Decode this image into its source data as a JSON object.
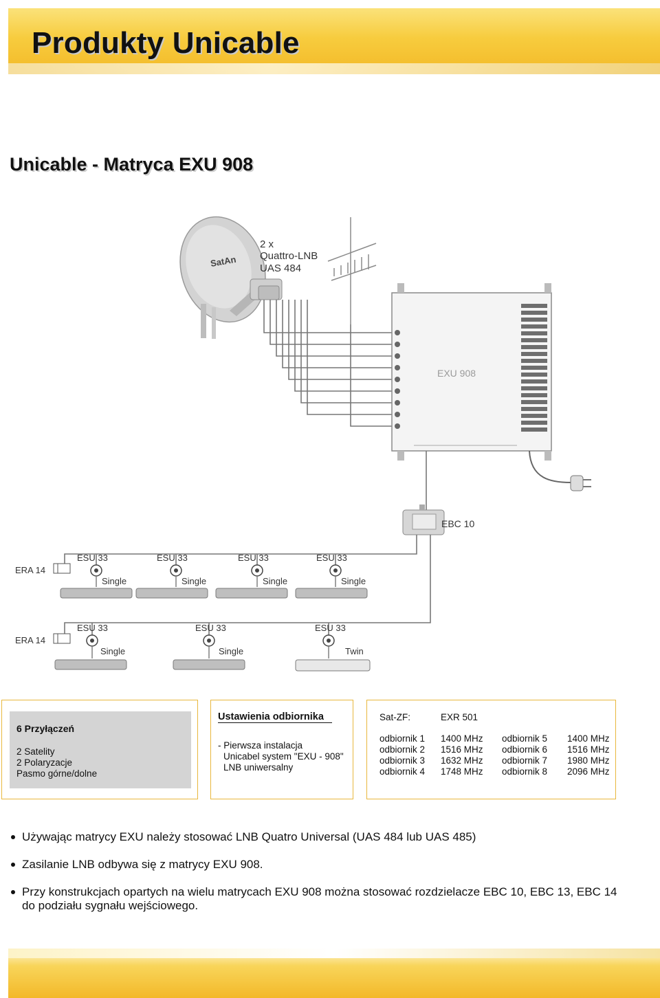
{
  "header": {
    "title": "Produkty Unicable"
  },
  "subtitle": "Unicable - Matryca EXU 908",
  "diagram": {
    "lnb_label": [
      "2 x",
      "Quattro-LNB",
      "UAS 484"
    ],
    "dish_brand": "SatAn",
    "matrix_label": "EXU 908",
    "splitter_label": "EBC 10",
    "row1": {
      "era": "ERA 14",
      "sockets": [
        {
          "esu": "ESU 33",
          "type": "Single"
        },
        {
          "esu": "ESU 33",
          "type": "Single"
        },
        {
          "esu": "ESU 33",
          "type": "Single"
        },
        {
          "esu": "ESU 33",
          "type": "Single"
        }
      ]
    },
    "row2": {
      "era": "ERA 14",
      "sockets": [
        {
          "esu": "ESU 33",
          "type": "Single"
        },
        {
          "esu": "ESU 33",
          "type": "Single"
        },
        {
          "esu": "ESU 33",
          "type": "Twin"
        }
      ]
    }
  },
  "box1": {
    "heading": "6 Przyłączeń",
    "lines": [
      "2 Satelity",
      "2 Polaryzacje",
      "Pasmo górne/dolne"
    ]
  },
  "box2": {
    "heading": "Ustawienia odbiornika",
    "lines": [
      "- Pierwsza instalacja",
      "Unicabel system \"EXU - 908\"",
      "LNB uniwersalny"
    ]
  },
  "box3": {
    "col1_header": "Sat-ZF:",
    "col2_header": "EXR 501",
    "left": [
      {
        "name": "odbiornik 1",
        "freq": "1400 MHz"
      },
      {
        "name": "odbiornik 2",
        "freq": "1516 MHz"
      },
      {
        "name": "odbiornik 3",
        "freq": "1632 MHz"
      },
      {
        "name": "odbiornik 4",
        "freq": "1748 MHz"
      }
    ],
    "right": [
      {
        "name": "odbiornik 5",
        "freq": "1400 MHz"
      },
      {
        "name": "odbiornik 6",
        "freq": "1516 MHz"
      },
      {
        "name": "odbiornik 7",
        "freq": "1980 MHz"
      },
      {
        "name": "odbiornik 8",
        "freq": "2096 MHz"
      }
    ]
  },
  "bullets": [
    "Używając matrycy EXU należy stosować LNB Quatro Universal (UAS 484 lub UAS 485)",
    "Zasilanie LNB odbywa się z matrycy EXU 908.",
    "Przy konstrukcjach opartych na wielu matrycach EXU 908 można stosować rozdzielacze EBC 10, EBC 13, EBC 14 do podziału sygnału wejściowego."
  ]
}
